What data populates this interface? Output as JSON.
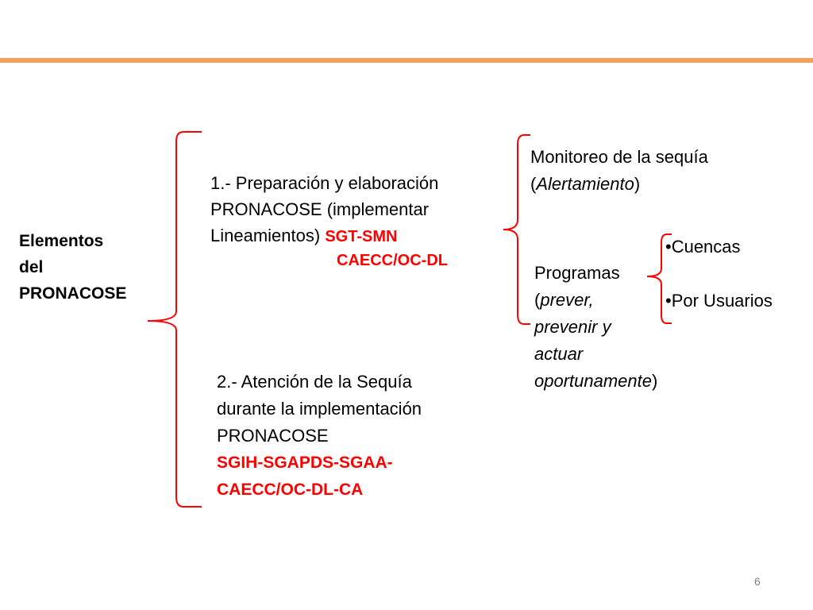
{
  "root": {
    "line1": "Elementos",
    "line2": "del",
    "line3": "PRONACOSE"
  },
  "item1": {
    "line1": "1.- Preparación y elaboración",
    "line2": "PRONACOSE (implementar",
    "line3": "Lineamientos)",
    "red1": "SGT-SMN",
    "red2": "CAECC/OC-DL"
  },
  "item2": {
    "line1": "2.- Atención de la Sequía",
    "line2": "durante la implementación",
    "line3": "PRONACOSE",
    "red1": "SGIH-SGAPDS-SGAA-",
    "red2": "CAECC/OC-DL-CA"
  },
  "monitoreo": {
    "line1": "Monitoreo de la sequía",
    "open": "(",
    "italic": "Alertamiento",
    "close": ")"
  },
  "programas": {
    "line1": "Programas",
    "open": "(",
    "italic1": "prever,",
    "italic2": "prevenir y",
    "italic3": "actuar",
    "italic4": "oportunamente",
    "close": ")"
  },
  "sub": {
    "item1": "•Cuencas",
    "item2": "•Por Usuarios"
  },
  "page_number": "6",
  "colors": {
    "accent_rule": "#f5a05a",
    "bracket": "#ff0000",
    "highlight_text": "#ff0000"
  }
}
